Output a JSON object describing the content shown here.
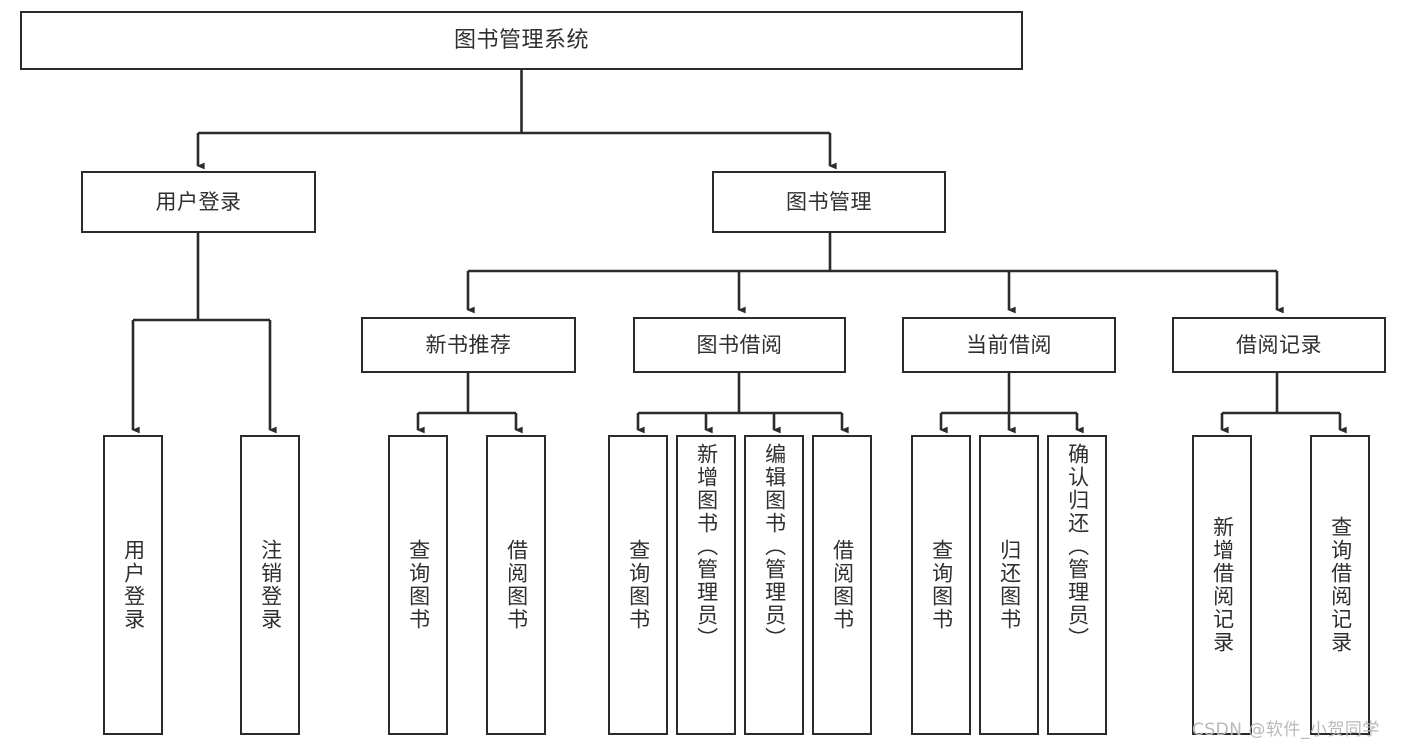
{
  "diagram": {
    "title": "图书管理系统",
    "type": "tree-hierarchy-diagram",
    "root": {
      "label": "图书管理系统"
    },
    "level1": [
      {
        "label": "用户登录"
      },
      {
        "label": "图书管理"
      }
    ],
    "level2": [
      {
        "label": "新书推荐"
      },
      {
        "label": "图书借阅"
      },
      {
        "label": "当前借阅"
      },
      {
        "label": "借阅记录"
      }
    ],
    "leaves": {
      "user_login": [
        {
          "label": "用户登录"
        },
        {
          "label": "注销登录"
        }
      ],
      "new_book_recommend": [
        {
          "label": "查询图书"
        },
        {
          "label": "借阅图书"
        }
      ],
      "book_borrow": [
        {
          "label": "查询图书"
        },
        {
          "label": "新增图书（管理员）"
        },
        {
          "label": "编辑图书（管理员）"
        },
        {
          "label": "借阅图书"
        }
      ],
      "current_borrow": [
        {
          "label": "查询图书"
        },
        {
          "label": "归还图书"
        },
        {
          "label": "确认归还（管理员）"
        }
      ],
      "borrow_record": [
        {
          "label": "新增借阅记录"
        },
        {
          "label": "查询借阅记录"
        }
      ]
    }
  },
  "watermark": {
    "text": "CSDN @软件_小贺同学"
  },
  "colors": {
    "stroke": "#2b2b2b",
    "text": "#2f2f2f",
    "background": "#ffffff",
    "watermark": "#b9b9b9"
  }
}
